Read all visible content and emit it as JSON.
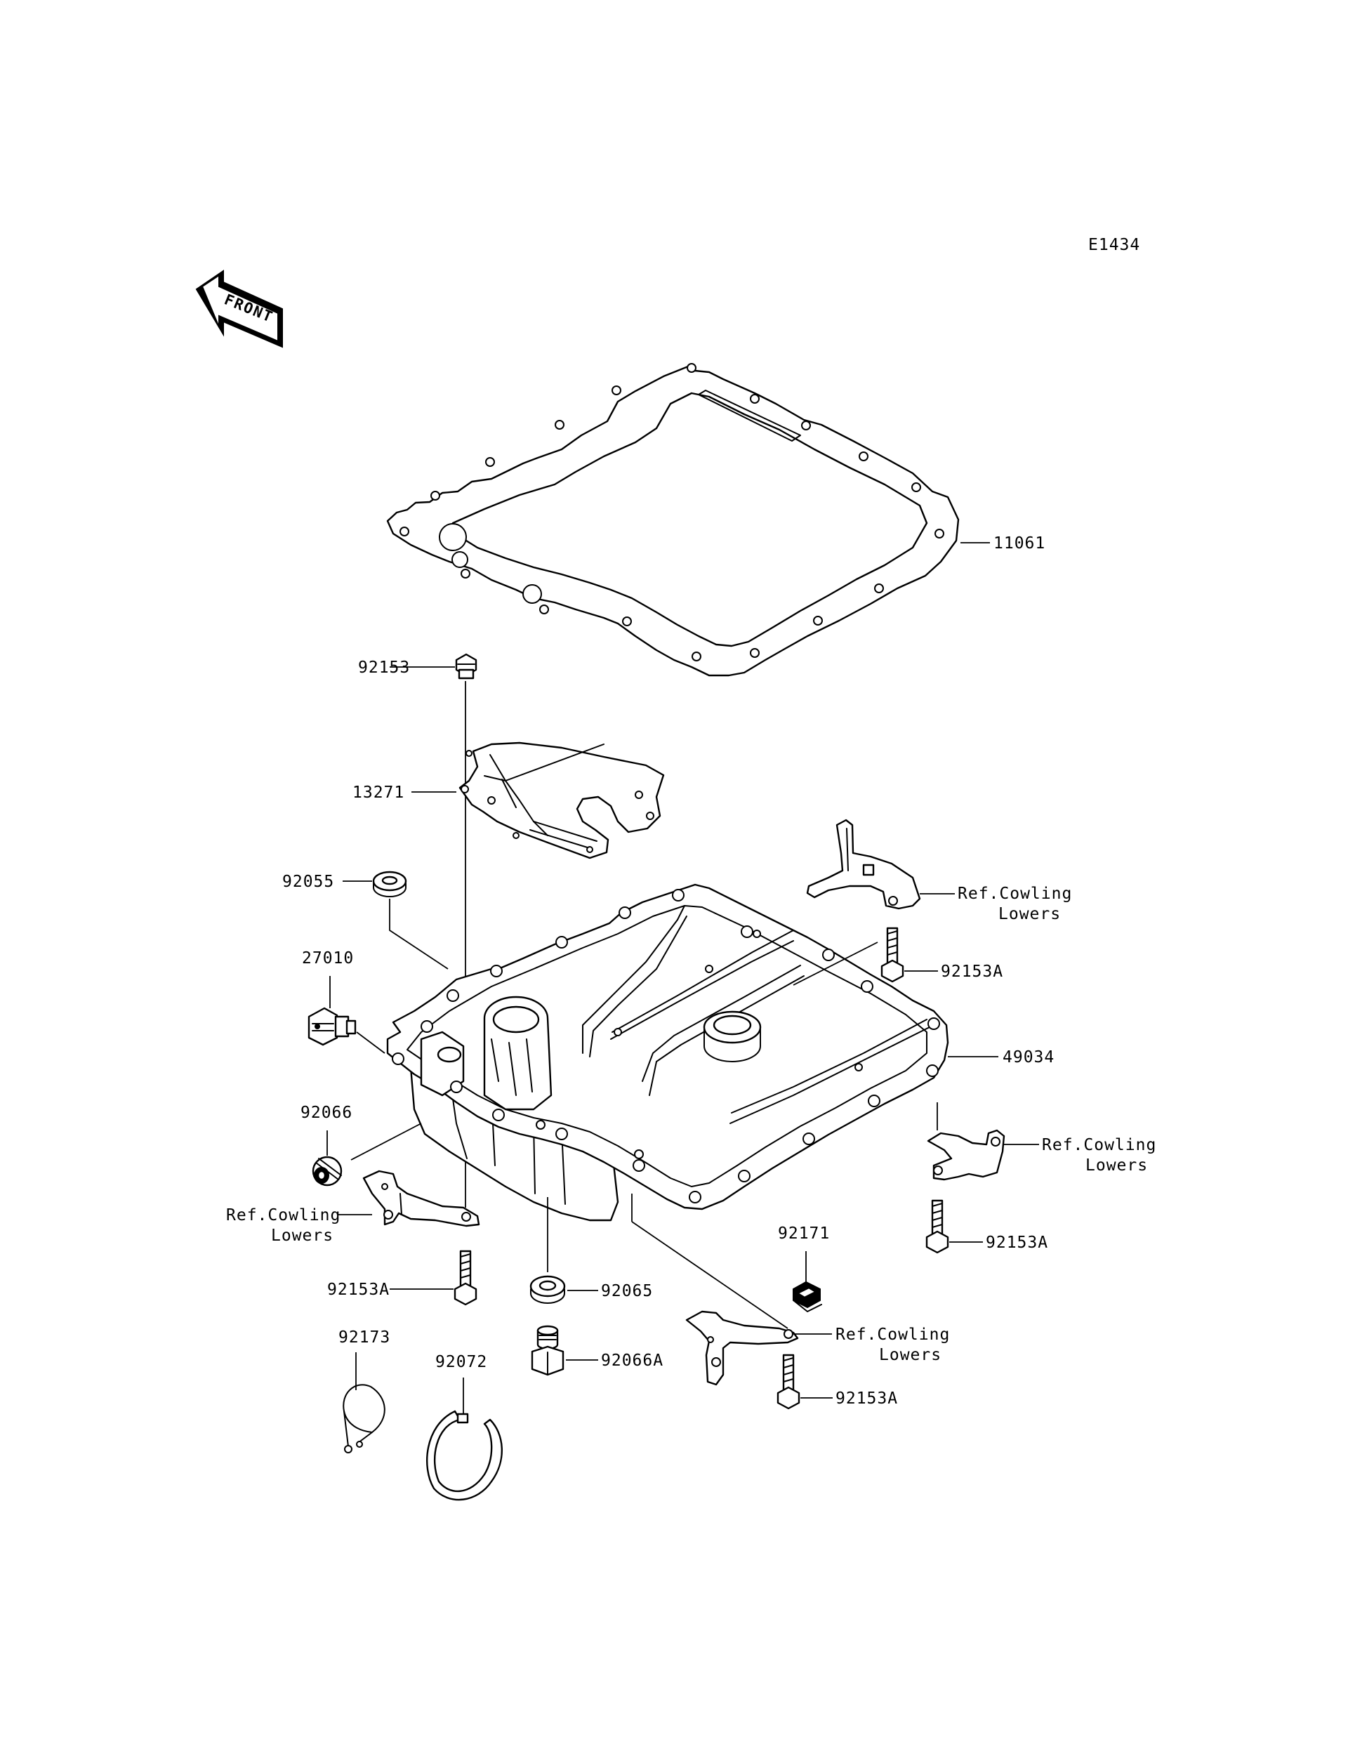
{
  "diagram_code": "E1434",
  "front_arrow_text": "FRONT",
  "callouts": {
    "gasket": "11061",
    "bolt_top": "92153",
    "baffle_plate": "13271",
    "washer_top": "92055",
    "oil_pressure_switch": "27010",
    "plug_left": "92066",
    "bolt_left": "92153A",
    "clamp_left": "92173",
    "band": "92072",
    "washer_drain": "92065",
    "drain_plug": "92066A",
    "clip": "92171",
    "bolt_bottom_right": "92153A",
    "oil_pan": "49034",
    "bolt_upper_right": "92153A",
    "bolt_right": "92153A"
  },
  "refs": {
    "upper_right": {
      "line1": "Ref.Cowling",
      "line2": "Lowers"
    },
    "right": {
      "line1": "Ref.Cowling",
      "line2": "Lowers"
    },
    "left": {
      "line1": "Ref.Cowling",
      "line2": "Lowers"
    },
    "bottom": {
      "line1": "Ref.Cowling",
      "line2": "Lowers"
    }
  }
}
